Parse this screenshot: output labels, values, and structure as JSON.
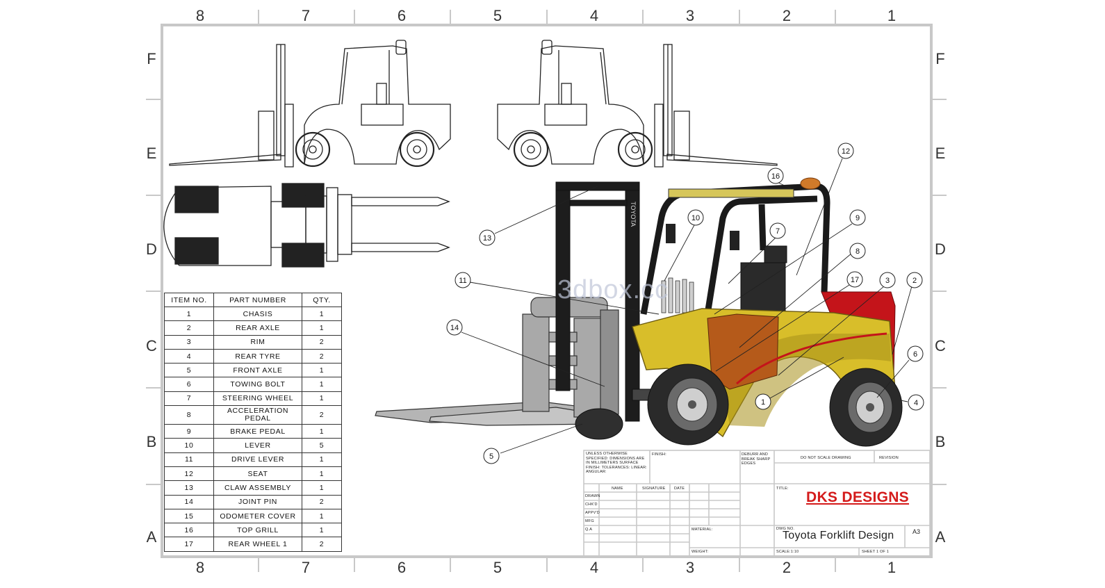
{
  "zones": {
    "columns": [
      "8",
      "7",
      "6",
      "5",
      "4",
      "3",
      "2",
      "1"
    ],
    "rows": [
      "F",
      "E",
      "D",
      "C",
      "B",
      "A"
    ]
  },
  "bom": {
    "headers": [
      "ITEM NO.",
      "PART NUMBER",
      "QTY."
    ],
    "rows": [
      [
        "1",
        "CHASIS",
        "1"
      ],
      [
        "2",
        "REAR AXLE",
        "1"
      ],
      [
        "3",
        "RIM",
        "2"
      ],
      [
        "4",
        "REAR TYRE",
        "2"
      ],
      [
        "5",
        "FRONT AXLE",
        "1"
      ],
      [
        "6",
        "TOWING BOLT",
        "1"
      ],
      [
        "7",
        "STEERING WHEEL",
        "1"
      ],
      [
        "8",
        "ACCELERATION PEDAL",
        "2"
      ],
      [
        "9",
        "BRAKE PEDAL",
        "1"
      ],
      [
        "10",
        "LEVER",
        "5"
      ],
      [
        "11",
        "DRIVE LEVER",
        "1"
      ],
      [
        "12",
        "SEAT",
        "1"
      ],
      [
        "13",
        "CLAW ASSEMBLY",
        "1"
      ],
      [
        "14",
        "JOINT PIN",
        "2"
      ],
      [
        "15",
        "ODOMETER COVER",
        "1"
      ],
      [
        "16",
        "TOP GRILL",
        "1"
      ],
      [
        "17",
        "REAR WHEEL 1",
        "2"
      ]
    ]
  },
  "balloons": [
    "1",
    "2",
    "3",
    "4",
    "5",
    "6",
    "7",
    "8",
    "9",
    "10",
    "11",
    "12",
    "13",
    "14",
    "16",
    "17"
  ],
  "title_block": {
    "general_note": "UNLESS OTHERWISE SPECIFIED: DIMENSIONS ARE IN MILLIMETERS SURFACE FINISH: TOLERANCES: LINEAR: ANGULAR:",
    "finish_label": "FINISH:",
    "deburr_note": "DEBURR AND BREAK SHARP EDGES",
    "do_not_scale": "DO NOT SCALE DRAWING",
    "revision_label": "REVISION",
    "col_name": "NAME",
    "col_signature": "SIGNATURE",
    "col_date": "DATE",
    "row_labels": [
      "DRAWN",
      "CHK'D",
      "APPV'D",
      "MFG",
      "Q.A"
    ],
    "title_label": "TITLE:",
    "material_label": "MATERIAL:",
    "dwg_no_label": "DWG NO.",
    "weight_label": "WEIGHT:",
    "scale_label": "SCALE:1:10",
    "sheet_label": "SHEET 1 OF 1",
    "company": "DKS DESIGNS",
    "drawing_title": "Toyota Forklift Design",
    "sheet_size": "A3"
  },
  "mast_text": "TOYOTA",
  "watermark": "3dbox.cc",
  "colors": {
    "frame": "#c8c8c8",
    "body_yellow": "#d8be2a",
    "body_shadow": "#a88f1a",
    "seat_orange": "#b55a1a",
    "rear_red": "#c4141a",
    "tyre": "#2a2a2a",
    "mast": "#1d1d1d",
    "claw": "#a9a9a9",
    "beacon": "#d07a2a",
    "brand_red": "#d41b1b"
  }
}
